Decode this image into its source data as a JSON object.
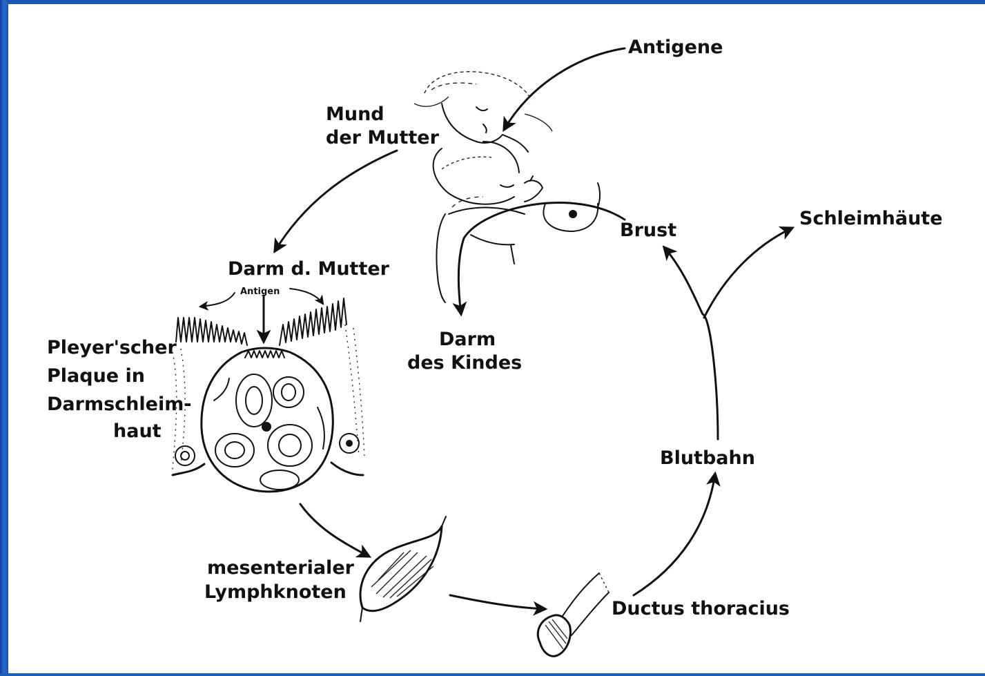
{
  "colors": {
    "background": "#1f5fb8",
    "canvas": "#ffffff",
    "ink": "#111111"
  },
  "labels": {
    "antigene": "Antigene",
    "mund_line1": "Mund",
    "mund_line2": "der Mutter",
    "schleimhaeute": "Schleimhäute",
    "brust": "Brust",
    "darm_mutter": "Darm d. Mutter",
    "antigen": "Antigen",
    "darm_kind_line1": "Darm",
    "darm_kind_line2": "des Kindes",
    "pleyer_line1": "Pleyer'scher",
    "pleyer_line2": "Plaque in",
    "pleyer_line3": "Darmschleim-",
    "pleyer_line4": "haut",
    "blutbahn": "Blutbahn",
    "mesenterial_line1": "mesenterialer",
    "mesenterial_line2": "Lymphknoten",
    "ductus": "Ductus thoracius"
  },
  "illustrations": {
    "mother_child": "mother-and-child-drawing",
    "peyer_patch": "peyer-patch-drawing",
    "lymph_node": "lymph-node-drawing",
    "thoracic_duct": "thoracic-duct-drawing"
  }
}
